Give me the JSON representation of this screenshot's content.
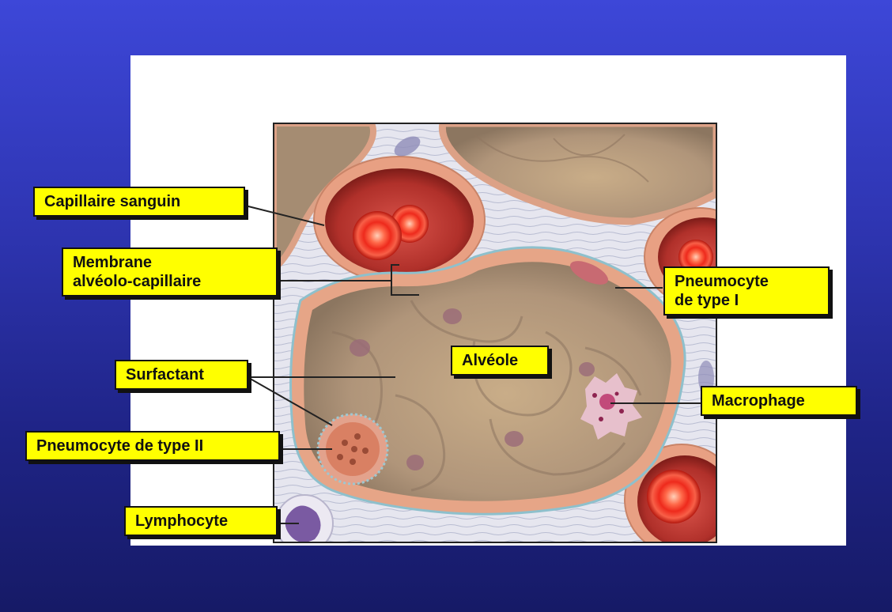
{
  "labels": {
    "capillaire": "Capillaire sanguin",
    "membrane": "Membrane\nalvéolo-capillaire",
    "pneumocyte1": "Pneumocyte\nde type I",
    "alveole": "Alvéole",
    "surfactant": "Surfactant",
    "macrophage": "Macrophage",
    "pneumocyte2": "Pneumocyte de type II",
    "lymphocyte": "Lymphocyte"
  },
  "colors": {
    "background_top": "#3d47d8",
    "background_bottom": "#161a66",
    "label_fill": "#ffff00",
    "red_blood_cell": "#e8261a",
    "capillary_wall": "#e39a7a",
    "alveolus_fill": "#b89c78"
  }
}
